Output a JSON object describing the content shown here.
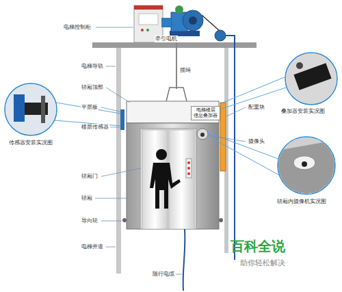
{
  "diagram": {
    "nodes": [
      {
        "text": [
          "电梯楼层 信息叠加器"
        ]
      }
    ],
    "labels": [
      "电梯控制柜",
      "牵引电机",
      "电梯导轨",
      "揽绳",
      "轿厢顶部",
      "平层板",
      "楼层传感器",
      "配重块",
      "摄像头",
      "传感器安装实况图",
      "叠加器安装实况图",
      "轿厢内摄像机实况图",
      "轿厢门",
      "轿厢",
      "导向轮",
      "电梯井道",
      "随行电缆",
      "百科全说",
      "助你轻松解决"
    ]
  }
}
